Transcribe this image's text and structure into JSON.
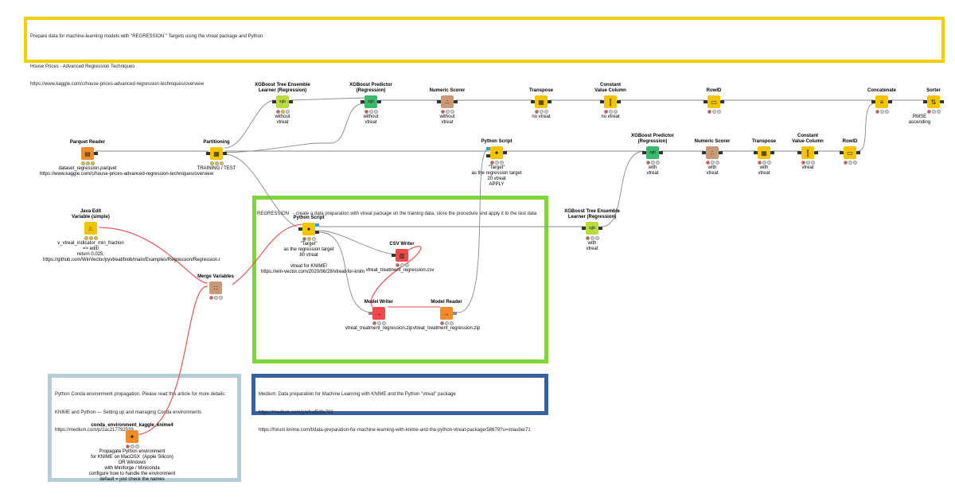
{
  "annotations": {
    "top": {
      "lines": [
        "Prepare data for machine-learning models with \"REGRESSION \" Targets using the vtreat package and Python",
        "",
        "House Prices - Advanced Regression Techniques",
        "https://www.kaggle.com/c/house-prices-advanced-regression-techniques/overview"
      ],
      "border": "#f2cf00"
    },
    "regression": {
      "lines": [
        "REGRESSION   - create a data preparation with vtreat package on the training data, store the procedure and apply it to the test data"
      ],
      "border": "#7ed63b"
    },
    "conda": {
      "lines": [
        "Python Conda environment propagation. Please read this article for more details:",
        "KNIME and Python — Setting up and managing Conda environments",
        "https://medium.com/p/2ac217792539"
      ],
      "border": "#b7cdd6"
    },
    "medium": {
      "lines": [
        "Medium: Data preparation for Machine Learning with KNIME and the Python \"vtreat\" package",
        "https://medium.com/p/efcaf58fa783",
        "https://forum.knime.com/t/data-preparation-for-machine-learning-with-knime-and-the-python-vtreat-package/58679?u=mlauber71"
      ],
      "border": "#3561a1"
    }
  },
  "nodes": {
    "parquet_reader": {
      "title": "Parquet Reader",
      "caption": "dataset_regression.parquet\nhttps://www.kaggle.com/c/house-prices-advanced-regression-techniques/overview",
      "status": [
        "yellow",
        "yellow",
        "yellow"
      ],
      "color": "#f28c28",
      "icon": "parquet-icon",
      "glyph": "▤"
    },
    "partitioning": {
      "title": "Partitioning",
      "caption": "TRAINING / TEST",
      "status": [
        "yellow",
        "yellow",
        "yellow"
      ],
      "color": "#f2c500",
      "icon": "partition-icon",
      "glyph": "▦"
    },
    "xgb_learner_top": {
      "title": "XGBoost Tree Ensemble\nLearner (Regression)",
      "caption": "without\nvtreat",
      "status": [
        "red",
        "yellow",
        "off"
      ],
      "color": "#b9dc3c",
      "icon": "xgboost-learner-icon",
      "glyph": "xgb"
    },
    "xgb_predictor_top": {
      "title": "XGBoost Predictor\n(Regression)",
      "caption": "without\nvtreat",
      "status": [
        "red",
        "off",
        "off"
      ],
      "color": "#3bb96a",
      "icon": "xgboost-predictor-icon",
      "glyph": "xgb"
    },
    "numeric_scorer_top": {
      "title": "Numeric Scorer",
      "caption": "without\nvtreat",
      "status": [
        "red",
        "off",
        "off"
      ],
      "color": "#c99a78",
      "icon": "scorer-icon",
      "glyph": "∴"
    },
    "transpose_top": {
      "title": "Transpose",
      "caption": "no vtreat",
      "status": [
        "red",
        "off",
        "off"
      ],
      "color": "#f2c500",
      "icon": "transpose-icon",
      "glyph": "▦"
    },
    "constant_col_top": {
      "title": "Constant\nValue Column",
      "caption": "no vtreat",
      "status": [
        "red",
        "off",
        "off"
      ],
      "color": "#f2c500",
      "icon": "constant-column-icon",
      "glyph": "║"
    },
    "rowid_top": {
      "title": "RowID",
      "caption": "",
      "status": [
        "red",
        "off",
        "off"
      ],
      "color": "#f2c500",
      "icon": "rowid-icon",
      "glyph": "▭"
    },
    "concatenate": {
      "title": "Concatenate",
      "caption": "",
      "status": [
        "red",
        "off",
        "off"
      ],
      "color": "#f2c500",
      "icon": "concatenate-icon",
      "glyph": "≡"
    },
    "sorter": {
      "title": "Sorter",
      "caption": "RMSE\nascending",
      "status": [
        "red",
        "off",
        "off"
      ],
      "color": "#f2c500",
      "icon": "sorter-icon",
      "glyph": "⇅"
    },
    "python_script_apply": {
      "title": "Python Script",
      "caption": "\"Target\"\nas the regression target\n20 vtreat\nAPPLY",
      "status": [
        "red",
        "off",
        "off"
      ],
      "color": "#f2c500",
      "icon": "python-icon",
      "glyph": "✦"
    },
    "xgb_predictor_mid": {
      "title": "XGBoost Predictor\n(Regression)",
      "caption": "with\nvtreat",
      "status": [
        "red",
        "off",
        "off"
      ],
      "color": "#3bb96a",
      "icon": "xgboost-predictor-icon",
      "glyph": "xgb"
    },
    "numeric_scorer_mid": {
      "title": "Numeric Scorer",
      "caption": "with\nvtreat",
      "status": [
        "red",
        "off",
        "off"
      ],
      "color": "#c99a78",
      "icon": "scorer-icon",
      "glyph": "∴"
    },
    "transpose_mid": {
      "title": "Transpose",
      "caption": "with\nvtreat",
      "status": [
        "red",
        "off",
        "off"
      ],
      "color": "#f2c500",
      "icon": "transpose-icon",
      "glyph": "▦"
    },
    "constant_col_mid": {
      "title": "Constant\nValue Column",
      "caption": "vtreat",
      "status": [
        "red",
        "off",
        "off"
      ],
      "color": "#f2c500",
      "icon": "constant-column-icon",
      "glyph": "║"
    },
    "rowid_mid": {
      "title": "RowID",
      "caption": "",
      "status": [
        "red",
        "off",
        "off"
      ],
      "color": "#f2c500",
      "icon": "rowid-icon",
      "glyph": "▭"
    },
    "java_edit": {
      "title": "Java Edit\nVariable (simple)",
      "caption": "v_vtreat_indicator_min_fraction\n=> edit!\nreturn 0.025;\nhttps://github.com/WinVector/pyvtreat/blob/main/Examples/Regression/Regression.r",
      "status": [
        "yellow",
        "yellow",
        "yellow"
      ],
      "color": "#f2c500",
      "icon": "java-icon",
      "glyph": "♨"
    },
    "merge_variables": {
      "title": "Merge Variables",
      "caption": "",
      "status": [
        "red",
        "off",
        "off"
      ],
      "color": "#c99a78",
      "icon": "merge-variables-icon",
      "glyph": "∷"
    },
    "python_script_train": {
      "title": "Python Script",
      "caption": "\"Target\"\nas the regression target\n80 vtreat\n\nvtreat for KNIME!\nhttps://win-vector.com/2020/06/28/vtreat-for-knim",
      "status": [
        "red",
        "yellow",
        "off"
      ],
      "color": "#f2c500",
      "icon": "python-icon",
      "glyph": "✦"
    },
    "csv_writer": {
      "title": "CSV Writer",
      "caption": "vtreat_treatment_regression.csv",
      "status": [
        "red",
        "off",
        "off"
      ],
      "color": "#f24a4a",
      "icon": "csv-writer-icon",
      "glyph": "▥"
    },
    "model_writer": {
      "title": "Model Writer",
      "caption": "vtreat_treatment_regression.zip",
      "status": [
        "red",
        "off",
        "off"
      ],
      "color": "#f24a4a",
      "icon": "model-writer-icon",
      "glyph": "→"
    },
    "model_reader": {
      "title": "Model Reader",
      "caption": "vtreat_treatment_regression.zip",
      "status": [
        "red",
        "off",
        "off"
      ],
      "color": "#f28c28",
      "icon": "model-reader-icon",
      "glyph": "→"
    },
    "xgb_learner_mid": {
      "title": "XGBoost Tree Ensemble\nLearner (Regression)",
      "caption": "with\nvtreat",
      "status": [
        "red",
        "off",
        "off"
      ],
      "color": "#b9dc3c",
      "icon": "xgboost-learner-icon",
      "glyph": "xgb"
    },
    "conda_env": {
      "title": "conda_environment_kaggle_knime4",
      "caption": "Propagate Python environment\nfor KNIME on MacOSX  (Apple Silicon)\nOR Windows\nwith Miniforge / Miniconda\nconfigure how to handle the environment\ndefault = just check the names",
      "status": [
        "red",
        "off",
        "off"
      ],
      "color": "#f28c28",
      "icon": "conda-icon",
      "glyph": "✦"
    }
  }
}
